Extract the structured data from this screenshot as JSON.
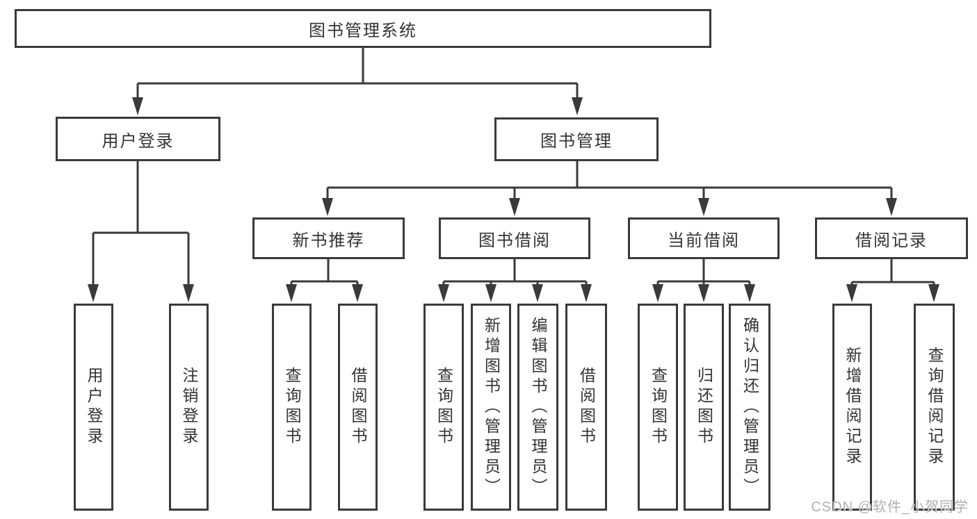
{
  "diagram": {
    "title": "图书管理系统",
    "level2": {
      "user_login": "用户登录",
      "book_management": "图书管理"
    },
    "level3": {
      "new_book_recommend": "新书推荐",
      "book_borrowing": "图书借阅",
      "current_borrowing": "当前借阅",
      "borrowing_records": "借阅记录"
    },
    "leaves": {
      "user_login": [
        "用户登录",
        "注销登录"
      ],
      "new_book_recommend": [
        "查询图书",
        "借阅图书"
      ],
      "book_borrowing": [
        "查询图书",
        "新增图书（管理员）",
        "编辑图书（管理员）",
        "借阅图书"
      ],
      "current_borrowing": [
        "查询图书",
        "归还图书",
        "确认归还（管理员）"
      ],
      "borrowing_records": [
        "新增借阅记录",
        "查询借阅记录"
      ]
    }
  },
  "watermark": "CSDN @软件_小贺同学",
  "colors": {
    "line": "#3a3a3a",
    "text": "#333333",
    "box_background": "#ffffff",
    "watermark": "#b0b0b0"
  }
}
